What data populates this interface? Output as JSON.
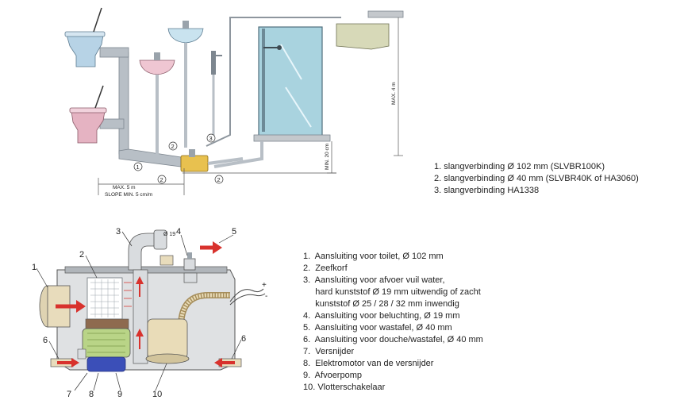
{
  "top_diagram": {
    "callouts": [
      "1",
      "2",
      "2",
      "2",
      "3"
    ],
    "dimensions": {
      "max_length": "MAX. 5 m",
      "slope": "SLOPE MIN. 5 cm/m",
      "max_height": "MAX. 4 m",
      "min_height": "MIN. 20 cm"
    }
  },
  "top_legend": [
    "1. slangverbinding Ø 102 mm (SLVBR100K)",
    "2. slangverbinding Ø 40 mm (SLVBR40K of HA3060)",
    "3. slangverbinding HA1338"
  ],
  "bottom_diagram": {
    "callouts": [
      "1",
      "2",
      "3",
      "4",
      "5",
      "6",
      "6",
      "7",
      "8",
      "9",
      "10"
    ],
    "pipe_size_label": "Ø 19",
    "plus_sign": "+",
    "minus_sign": "-"
  },
  "bottom_legend": [
    "1.  Aansluiting voor toilet, Ø 102 mm",
    "2.  Zeefkorf",
    "3.  Aansluiting voor afvoer vuil water,",
    "     hard kunststof Ø 19 mm uitwendig of zacht",
    "     kunststof Ø 25 / 28 / 32 mm inwendig",
    "4.  Aansluiting voor beluchting, Ø 19 mm",
    "5.  Aansluiting voor wastafel, Ø 40 mm",
    "6.  Aansluiting voor douche/wastafel, Ø 40 mm",
    "7.  Versnijder",
    "8.  Elektromotor van de versnijder",
    "9.  Afvoerpomp",
    "10. Vlotterschakelaar"
  ],
  "colors": {
    "pipe": "#b8bfc6",
    "pipe_dark": "#7d868f",
    "toilet_blue": "#b7d3e6",
    "toilet_pink": "#e5b3c2",
    "basin_blue": "#c9e3ef",
    "basin_pink": "#efc6d2",
    "pump_yellow": "#e8c14f",
    "shower_glass": "#a9d3df",
    "tank_green": "#d7d9b8",
    "arrow_red": "#d8322d",
    "housing": "#c4c8cc",
    "motor_blue": "#3b4fb8",
    "cutter_green": "#b9d487",
    "float_beige": "#e9dcb8"
  }
}
